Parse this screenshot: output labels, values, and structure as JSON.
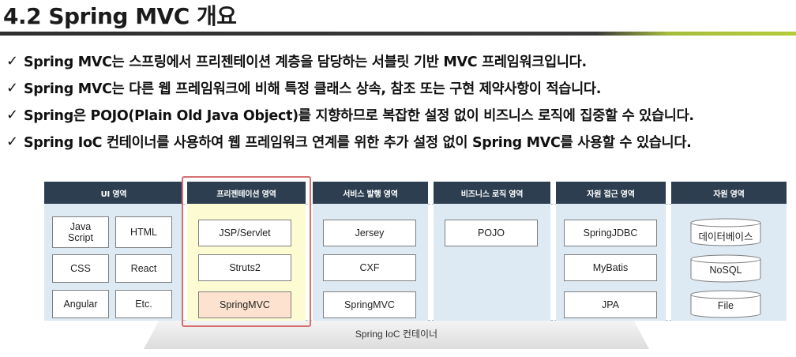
{
  "page": {
    "title": "4.2 Spring MVC 개요",
    "bullets": [
      "Spring MVC는 스프링에서 프리젠테이션 계층을 담당하는 서블릿 기반 MVC 프레임워크입니다.",
      "Spring MVC는 다른 웹 프레임워크에 비해 특정 클래스 상속, 참조 또는 구현 제약사항이 적습니다.",
      "Spring은 POJO(Plain Old Java Object)를 지향하므로 복잡한 설정 없이 비즈니스 로직에 집중할 수 있습니다.",
      "Spring IoC 컨테이너를 사용하여 웹 프레임워크 연계를 위한 추가 설정 없이 Spring MVC를 사용할 수 있습니다."
    ],
    "check_mark": "✓"
  },
  "diagram": {
    "columns": [
      {
        "header": "UI 영역",
        "items": [
          "Java\nScript",
          "HTML",
          "CSS",
          "React",
          "Angular",
          "Etc."
        ]
      },
      {
        "header": "프리젠테이션 영역",
        "items": [
          "JSP/Servlet",
          "Struts2",
          "SpringMVC"
        ]
      },
      {
        "header": "서비스 발행 영역",
        "items": [
          "Jersey",
          "CXF",
          "SpringMVC"
        ]
      },
      {
        "header": "비즈니스 로직 영역",
        "items": [
          "POJO"
        ]
      },
      {
        "header": "자원 접근 영역",
        "items": [
          "SpringJDBC",
          "MyBatis",
          "JPA"
        ]
      },
      {
        "header": "자원 영역",
        "items": [
          "데이터베이스",
          "NoSQL",
          "File"
        ]
      }
    ],
    "container_label": "Spring IoC 컨테이너"
  },
  "colors": {
    "header_bg": "#2c3e50",
    "body_bg": "#dde9f3",
    "presentation_bg": "#fdfbd2",
    "highlight_box": "#fde3cf",
    "highlight_frame": "#d66f6f"
  }
}
